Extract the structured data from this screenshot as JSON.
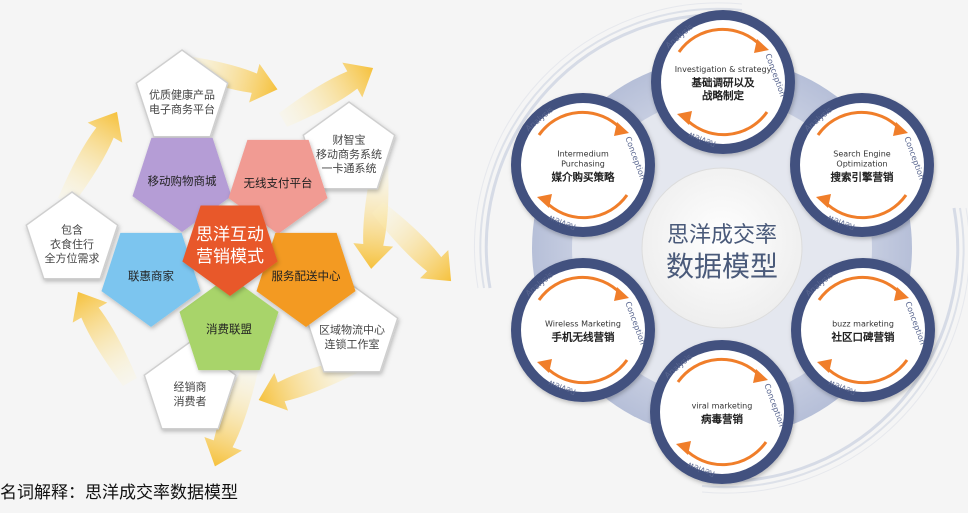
{
  "left_diagram": {
    "center": {
      "line1": "思洋互动",
      "line2": "营销模式",
      "color": "#e8582a"
    },
    "inner_pentagons": [
      {
        "id": "mobile-shopping",
        "label": "移动购物商城",
        "color": "#b59dd6"
      },
      {
        "id": "wireless-payment",
        "label": "无线支付平台",
        "color": "#f19b93"
      },
      {
        "id": "service-delivery",
        "label": "服务配送中心",
        "color": "#f39a22"
      },
      {
        "id": "consumer-alliance",
        "label": "消费联盟",
        "color": "#a8d46a"
      },
      {
        "id": "partner-merchants",
        "label": "联惠商家",
        "color": "#7cc5ef"
      }
    ],
    "outer_pentagons": [
      {
        "id": "ecommerce",
        "lines": [
          "优质健康产品",
          "电子商务平台"
        ]
      },
      {
        "id": "caizhibao",
        "lines": [
          "财智宝",
          "移动商务系统",
          "一卡通系统"
        ]
      },
      {
        "id": "logistics",
        "lines": [
          "区域物流中心",
          "连锁工作室"
        ]
      },
      {
        "id": "dealers",
        "lines": [
          "经销商",
          "消费者"
        ]
      },
      {
        "id": "lifestyle",
        "lines": [
          "包含",
          "衣食住行",
          "全方位需求"
        ]
      }
    ]
  },
  "right_diagram": {
    "center": {
      "line1": "思洋成交率",
      "line2": "数据模型"
    },
    "cycle_labels": {
      "top_left": "Analysis",
      "top_right": "Conception",
      "bottom": "Review"
    },
    "nodes": [
      {
        "id": "investigation",
        "en": [
          "Investigation & strategy"
        ],
        "cn": [
          "基础调研以及",
          "战略制定"
        ]
      },
      {
        "id": "search-engine",
        "en": [
          "Search Engine",
          "Optimization"
        ],
        "cn": [
          "搜索引擎营销"
        ]
      },
      {
        "id": "buzz",
        "en": [
          "buzz marketing"
        ],
        "cn": [
          "社区口碑营销"
        ]
      },
      {
        "id": "viral",
        "en": [
          "viral marketing"
        ],
        "cn": [
          "病毒营销"
        ]
      },
      {
        "id": "wireless",
        "en": [
          "Wireless Marketing"
        ],
        "cn": [
          "手机无线营销"
        ]
      },
      {
        "id": "media",
        "en": [
          "Intermedium",
          "Purchasing"
        ],
        "cn": [
          "媒介购买策略"
        ]
      }
    ]
  },
  "caption": "名词解释：思洋成交率数据模型"
}
